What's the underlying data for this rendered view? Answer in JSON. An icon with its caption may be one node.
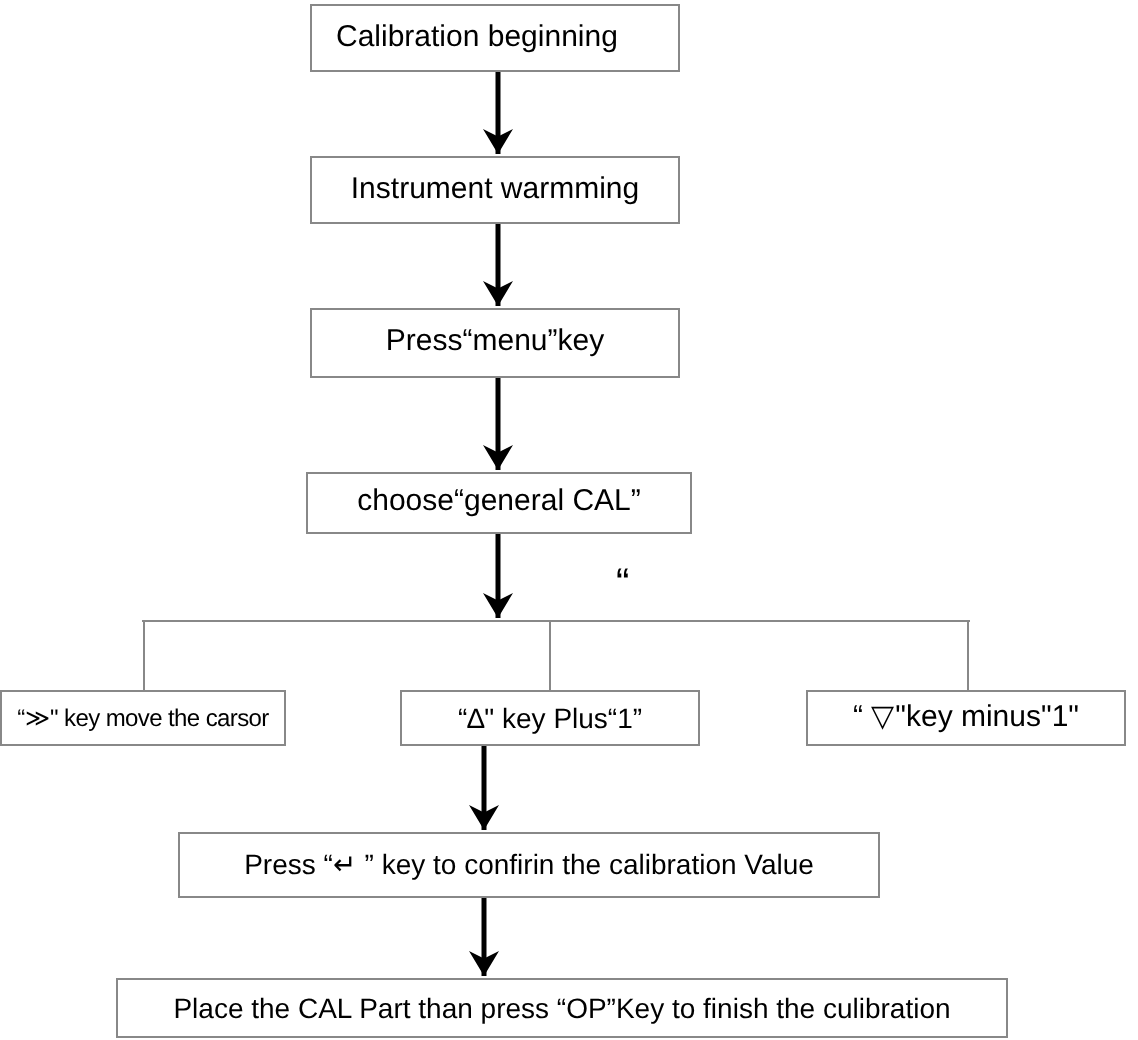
{
  "diagram": {
    "nodes": [
      {
        "text": [
          "Calibration beginning"
        ]
      },
      {
        "text": [
          "Instrument warmming"
        ]
      },
      {
        "text": [
          "Press“menu”key"
        ]
      },
      {
        "text": [
          "choose“general CAL”"
        ]
      },
      {
        "text": [],
        "shape": "bar"
      },
      {
        "text": [
          "“≫\" key move the carsor"
        ]
      },
      {
        "text": [
          "“∆\" key Plus“1”"
        ]
      },
      {
        "text": [
          "“ ▽\"key minus\"1\""
        ]
      },
      {
        "text": [
          "Press “↵ ” key to confirin the calibration Value"
        ]
      },
      {
        "text": [
          "Place the CAL Part than press “OP”Key to finish the culibration"
        ]
      }
    ],
    "edges": [
      {
        "from": 0,
        "to": 1,
        "arrow": "to"
      },
      {
        "from": 1,
        "to": 2,
        "arrow": "to"
      },
      {
        "from": 2,
        "to": 3,
        "arrow": "to"
      },
      {
        "from": 3,
        "to": 4,
        "arrow": "to"
      },
      {
        "from": 4,
        "to": 5,
        "arrow": "none",
        "color": "#888888"
      },
      {
        "from": 4,
        "to": 6,
        "arrow": "none",
        "color": "#888888"
      },
      {
        "from": 4,
        "to": 7,
        "arrow": "none",
        "color": "#888888"
      },
      {
        "from": 6,
        "to": 8,
        "arrow": "to"
      },
      {
        "from": 8,
        "to": 9,
        "arrow": "to"
      }
    ],
    "labels": [
      "“"
    ]
  }
}
